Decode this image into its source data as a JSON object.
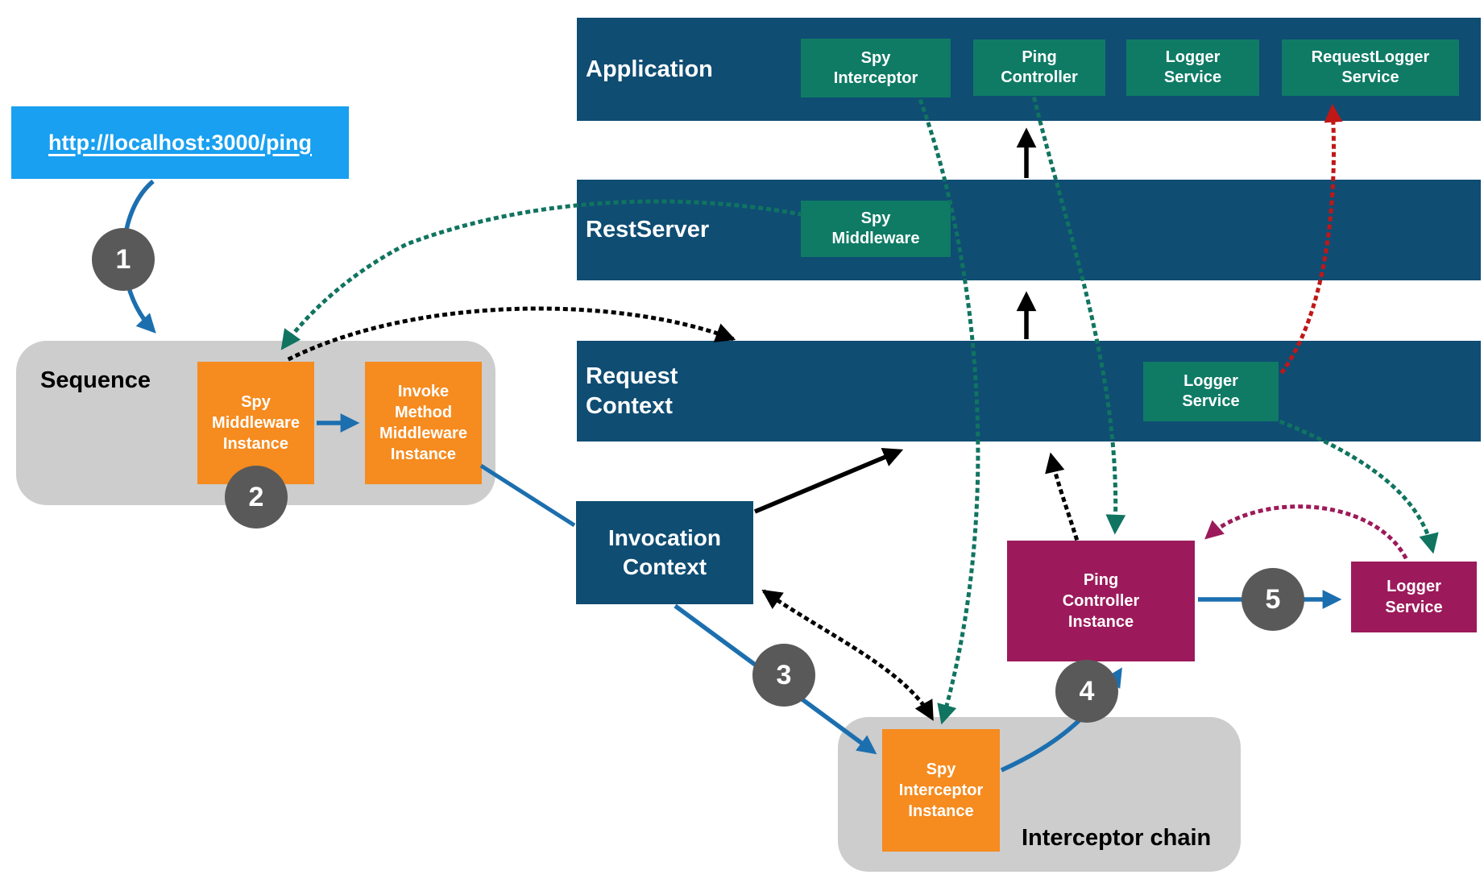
{
  "request": {
    "url": "http://localhost:3000/ping"
  },
  "banners": {
    "application": {
      "title": "Application",
      "boxes": {
        "spy_interceptor": "Spy\nInterceptor",
        "ping_controller": "Ping\nController",
        "logger_service": "Logger\nService",
        "request_logger_service": "RequestLogger\nService"
      }
    },
    "rest_server": {
      "title": "RestServer",
      "boxes": {
        "spy_middleware": "Spy\nMiddleware"
      }
    },
    "request_context": {
      "title": "Request\nContext",
      "boxes": {
        "logger_service": "Logger\nService"
      }
    }
  },
  "groups": {
    "sequence": {
      "label": "Sequence",
      "boxes": {
        "spy_middleware_instance": "Spy\nMiddleware\nInstance",
        "invoke_method_middleware_instance": "Invoke\nMethod\nMiddleware\nInstance"
      }
    },
    "interceptor_chain": {
      "label": "Interceptor chain",
      "boxes": {
        "spy_interceptor_instance": "Spy\nInterceptor\nInstance"
      }
    }
  },
  "nodes": {
    "invocation_context": "Invocation\nContext",
    "ping_controller_instance": "Ping\nController\nInstance",
    "logger_service_instance": "Logger\nService"
  },
  "steps": [
    "1",
    "2",
    "3",
    "4",
    "5"
  ],
  "colors": {
    "banner_navy": "#0F4D73",
    "teal": "#0F7B65",
    "orange": "#F68B1F",
    "maroon": "#9C1A5B",
    "group_gray": "#CDCDCD",
    "step_circle_gray": "#595959",
    "url_blue": "#19A0F0",
    "arrow_blue": "#1C6FAF",
    "dotted_teal": "#107460",
    "dotted_red": "#C01717",
    "dotted_maroon": "#9C1A5B",
    "arrow_black": "#000000"
  },
  "edges": [
    {
      "from": "request-url",
      "to": "sequence",
      "style": "solid",
      "color": "blue",
      "step": "1"
    },
    {
      "from": "spy-middleware-instance",
      "to": "invoke-method-middleware-instance",
      "style": "solid",
      "color": "blue",
      "step": "2"
    },
    {
      "from": "invoke-method-middleware-instance",
      "to": "invocation-context",
      "style": "solid",
      "color": "blue"
    },
    {
      "from": "invocation-context",
      "to": "spy-interceptor-instance",
      "style": "solid",
      "color": "blue",
      "step": "3"
    },
    {
      "from": "spy-interceptor-instance",
      "to": "ping-controller-instance",
      "style": "solid",
      "color": "blue",
      "step": "4"
    },
    {
      "from": "ping-controller-instance",
      "to": "logger-service-instance",
      "style": "solid",
      "color": "blue",
      "step": "5"
    },
    {
      "from": "rest-server",
      "to": "application",
      "style": "solid",
      "color": "black"
    },
    {
      "from": "request-context",
      "to": "rest-server",
      "style": "solid",
      "color": "black"
    },
    {
      "from": "invocation-context",
      "to": "request-context",
      "style": "solid",
      "color": "black"
    },
    {
      "from": "spy-middleware-instance",
      "to": "request-context",
      "style": "dotted",
      "color": "black"
    },
    {
      "from": "invocation-context",
      "to": "spy-interceptor-instance",
      "style": "dotted",
      "color": "black",
      "bidirectional": true
    },
    {
      "from": "ping-controller-instance",
      "to": "request-context",
      "style": "dotted",
      "color": "black"
    },
    {
      "from": "spy-middleware",
      "to": "spy-middleware-instance",
      "style": "dotted",
      "color": "teal"
    },
    {
      "from": "spy-interceptor",
      "to": "spy-interceptor-instance",
      "style": "dotted",
      "color": "teal"
    },
    {
      "from": "ping-controller",
      "to": "ping-controller-instance",
      "style": "dotted",
      "color": "teal"
    },
    {
      "from": "logger-service-context",
      "to": "logger-service-instance",
      "style": "dotted",
      "color": "teal"
    },
    {
      "from": "logger-service-context",
      "to": "request-logger-service",
      "style": "dotted",
      "color": "red"
    },
    {
      "from": "logger-service-instance",
      "to": "ping-controller-instance",
      "style": "dotted",
      "color": "maroon"
    }
  ]
}
